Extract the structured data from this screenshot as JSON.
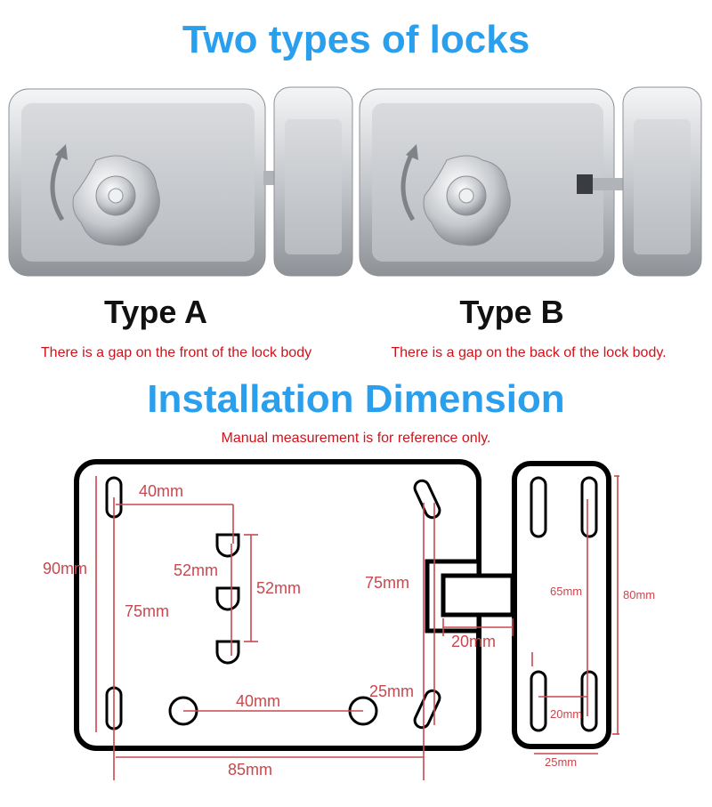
{
  "heading_types": "Two types of locks",
  "type_a": {
    "label": "Type A",
    "note": "There is a gap on the front of the lock body"
  },
  "type_b": {
    "label": "Type B",
    "note": "There is a gap on the back of the lock body."
  },
  "heading_install": "Installation Dimension",
  "install_note": "Manual measurement is for reference only.",
  "dims": {
    "d40_top": "40mm",
    "d52_left": "52mm",
    "d52_right": "52mm",
    "d90": "90mm",
    "d75_left": "75mm",
    "d75_right": "75mm",
    "d40_bottom": "40mm",
    "d25_bottom": "25mm",
    "d85": "85mm",
    "d20_bolt": "20mm",
    "d65": "65mm",
    "d80": "80mm",
    "d20_strike": "20mm",
    "d25_strike": "25mm"
  },
  "colors": {
    "title": "#2a9fee",
    "note": "#d0121b",
    "dimension": "#c8484f",
    "metal": "#c9ccd0"
  }
}
